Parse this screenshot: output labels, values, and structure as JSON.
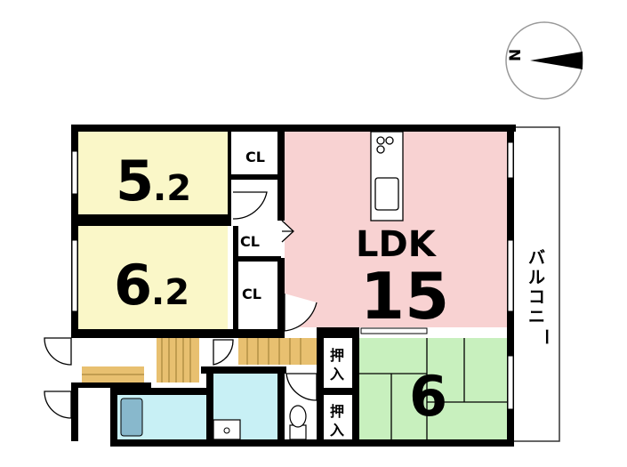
{
  "compass": {
    "north_label": "N"
  },
  "rooms": {
    "western_1": {
      "size_main": "5",
      "size_decimal": ".2",
      "color": "#FAF7C8"
    },
    "western_2": {
      "size_main": "6",
      "size_decimal": ".2",
      "color": "#FAF7C8"
    },
    "ldk": {
      "label": "LDK",
      "size": "15",
      "color": "#F8D2D2"
    },
    "japanese": {
      "size": "6",
      "color": "#C8F0BE"
    },
    "bath": {
      "color": "#C8F0F5"
    }
  },
  "closets": {
    "cl_1": "CL",
    "cl_2": "CL",
    "cl_3": "CL"
  },
  "oshiire": {
    "top": [
      "押",
      "入"
    ],
    "bottom": [
      "押",
      "入"
    ]
  },
  "balcony": {
    "label_chars": [
      "バ",
      "ル",
      "コ",
      "ニ",
      "ー"
    ]
  },
  "colors": {
    "wall": "#000000",
    "floor_wood": "#E8C070",
    "balcony_fill": "#ffffff"
  }
}
